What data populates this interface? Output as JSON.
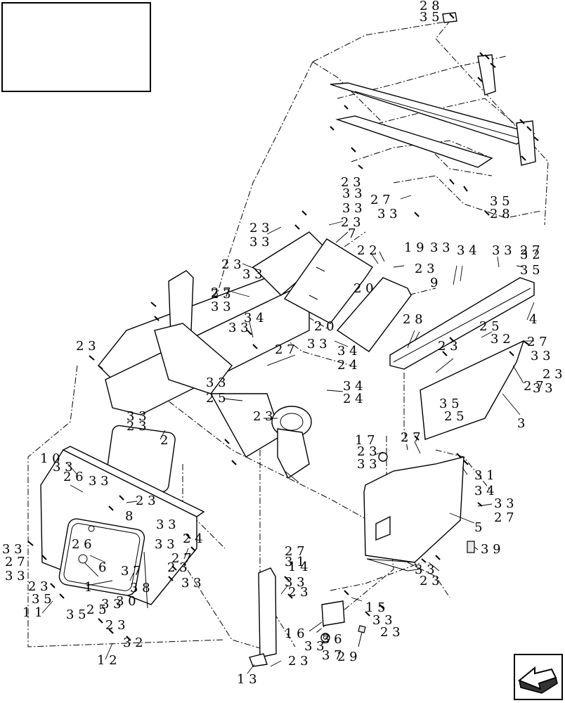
{
  "diagram": {
    "callouts": [
      {
        "text": "2 8"
      },
      {
        "text": "3 5"
      },
      {
        "text": "2 3"
      },
      {
        "text": "3 3"
      },
      {
        "text": "2 7"
      },
      {
        "text": "3 3"
      },
      {
        "text": "3 5"
      },
      {
        "text": "2 8"
      },
      {
        "text": "3 3"
      },
      {
        "text": "2 3"
      },
      {
        "text": "2 3"
      },
      {
        "text": "3 3"
      },
      {
        "text": "7"
      },
      {
        "text": "2 2"
      },
      {
        "text": "1 9"
      },
      {
        "text": "3 3"
      },
      {
        "text": "3 4"
      },
      {
        "text": "3 3"
      },
      {
        "text": "2 7"
      },
      {
        "text": "2 3"
      },
      {
        "text": "3 2"
      },
      {
        "text": "3 5"
      },
      {
        "text": "2 3"
      },
      {
        "text": "3 3"
      },
      {
        "text": "2 3"
      },
      {
        "text": "2 0"
      },
      {
        "text": "9"
      },
      {
        "text": "2 7"
      },
      {
        "text": "3 3"
      },
      {
        "text": "3 4"
      },
      {
        "text": "2 8"
      },
      {
        "text": "4"
      },
      {
        "text": "2 0"
      },
      {
        "text": "3 3"
      },
      {
        "text": "2 5"
      },
      {
        "text": "3 2"
      },
      {
        "text": "2 3"
      },
      {
        "text": "2 3"
      },
      {
        "text": "2 7"
      },
      {
        "text": "3 3"
      },
      {
        "text": "3 4"
      },
      {
        "text": "2 4"
      },
      {
        "text": "3 3"
      },
      {
        "text": "2 5"
      },
      {
        "text": "3 4"
      },
      {
        "text": "2 4"
      },
      {
        "text": "3 3"
      },
      {
        "text": "2 3"
      },
      {
        "text": "2 3"
      },
      {
        "text": "2 7"
      },
      {
        "text": "3 3"
      },
      {
        "text": "3 5"
      },
      {
        "text": "2 5"
      },
      {
        "text": "3"
      },
      {
        "text": "2 3"
      },
      {
        "text": "2 7"
      },
      {
        "text": "3 3"
      },
      {
        "text": "2"
      },
      {
        "text": "1 0"
      },
      {
        "text": "3 3"
      },
      {
        "text": "2 6"
      },
      {
        "text": "3 3"
      },
      {
        "text": "2 3"
      },
      {
        "text": "8"
      },
      {
        "text": "3 3"
      },
      {
        "text": "2 4"
      },
      {
        "text": "1 7"
      },
      {
        "text": "2 3"
      },
      {
        "text": "3 3"
      },
      {
        "text": "2 7"
      },
      {
        "text": "3 1"
      },
      {
        "text": "3 4"
      },
      {
        "text": "3 3"
      },
      {
        "text": "2 7"
      },
      {
        "text": "5"
      },
      {
        "text": "3 9"
      },
      {
        "text": "3 3"
      },
      {
        "text": "2 7"
      },
      {
        "text": "2 6"
      },
      {
        "text": "6"
      },
      {
        "text": "3 7"
      },
      {
        "text": "3 8"
      },
      {
        "text": "2 3"
      },
      {
        "text": "3 3"
      },
      {
        "text": "1"
      },
      {
        "text": "3 0"
      },
      {
        "text": "3 3"
      },
      {
        "text": "2 7"
      },
      {
        "text": "3 3"
      },
      {
        "text": "2 3"
      },
      {
        "text": "3 5"
      },
      {
        "text": "1 1"
      },
      {
        "text": "3 5"
      },
      {
        "text": "2 5"
      },
      {
        "text": "3 3"
      },
      {
        "text": "2 3"
      },
      {
        "text": "3 2"
      },
      {
        "text": "1 2"
      },
      {
        "text": "2 7"
      },
      {
        "text": "3 1"
      },
      {
        "text": "1 4"
      },
      {
        "text": "3 3"
      },
      {
        "text": "2 3"
      },
      {
        "text": "1 6"
      },
      {
        "text": "1 3"
      },
      {
        "text": "2 3"
      },
      {
        "text": "3 3"
      },
      {
        "text": "1 5"
      },
      {
        "text": "3 3"
      },
      {
        "text": "2 3"
      },
      {
        "text": "3 6"
      },
      {
        "text": "3 7"
      },
      {
        "text": "2 9"
      },
      {
        "text": "3 3"
      },
      {
        "text": "2 3"
      }
    ]
  },
  "nav": {
    "icon": "arrow-icon"
  }
}
